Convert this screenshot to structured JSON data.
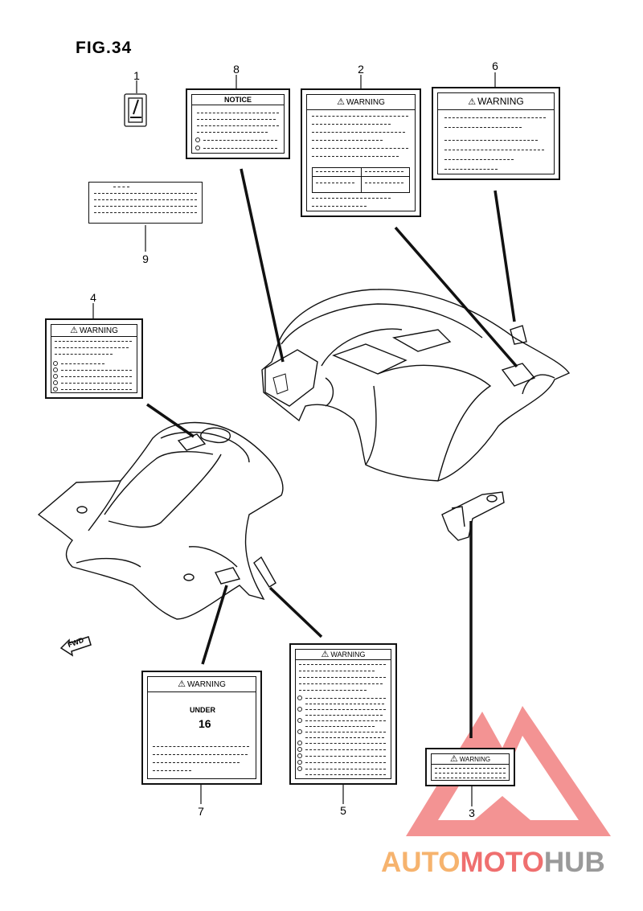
{
  "figure": {
    "title": "FIG.34"
  },
  "callouts": [
    "1",
    "2",
    "3",
    "4",
    "5",
    "6",
    "7",
    "8",
    "9"
  ],
  "labels": {
    "notice": "NOTICE",
    "warning": "WARNING",
    "under16_line1": "UNDER",
    "under16_line2": "16"
  },
  "fwd": "FWD",
  "watermark": {
    "part1": "AUTO",
    "part2": "MOTO",
    "part3": "HUB"
  },
  "colors": {
    "watermark_orange": "#f6b36e",
    "watermark_red": "#ef6f6f",
    "watermark_gray": "#9a9a9a"
  }
}
